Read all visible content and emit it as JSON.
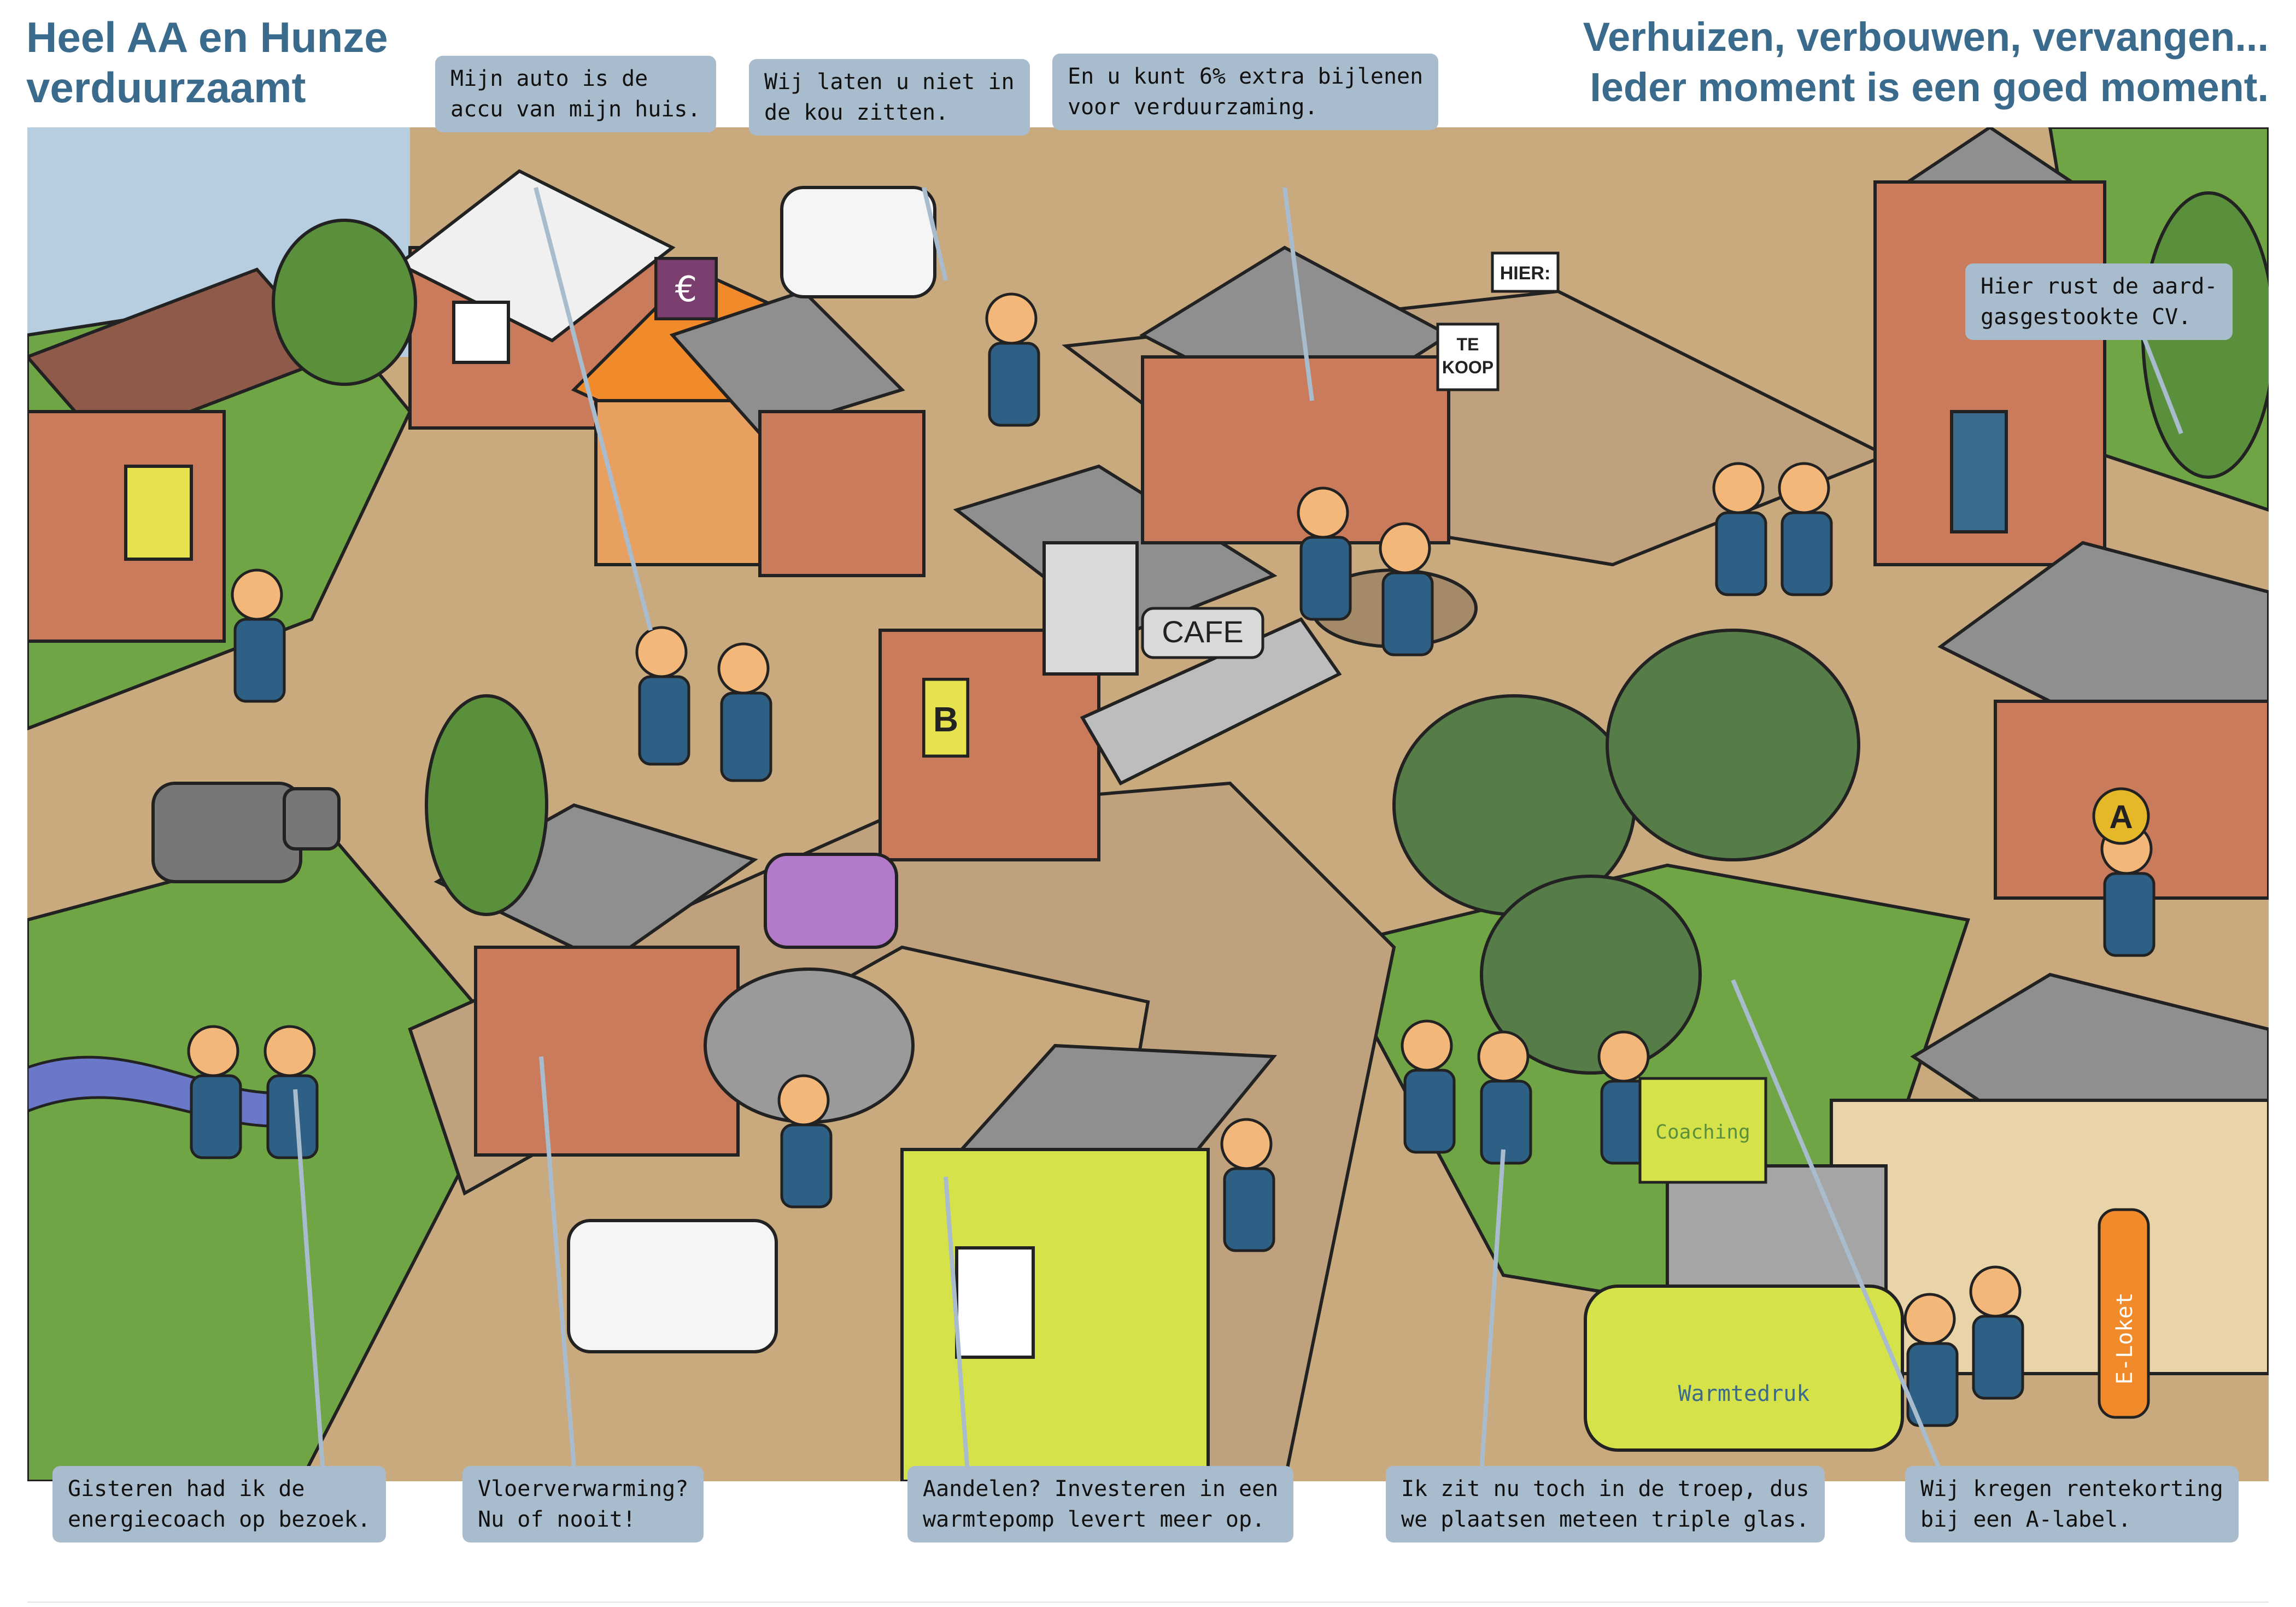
{
  "header": {
    "title_line1": "Heel AA en Hunze",
    "title_line2": "verduurzaamt",
    "tagline_line1": "Verhuizen, verbouwen, vervangen...",
    "tagline_line2": "Ieder moment is een goed moment."
  },
  "speech_bubbles": {
    "auto_accu": "Mijn auto is de\naccu van mijn huis.",
    "kou": "Wij laten u niet in\nde kou zitten.",
    "bijlenen": "En u kunt 6% extra bijlenen\nvoor verduurzaming.",
    "cv": "Hier rust de aard-\ngasgestookte CV.",
    "energiecoach": "Gisteren had ik de\nenergiecoach op bezoek.",
    "vloerverwarming": "Vloerverwarming?\nNu of nooit!",
    "aandelen": "Aandelen? Investeren in een\nwarmtepomp levert meer op.",
    "triple_glas": "Ik zit nu toch in de troep, dus\nwe plaatsen meteen triple glas.",
    "rentekorting": "Wij kregen rentekorting\nbij een A-label."
  },
  "scene_labels": {
    "cafe": "CAFE",
    "hier": "HIER:",
    "te_koop_1": "TE",
    "te_koop_2": "KOOP",
    "coaching": "Coaching",
    "warmtedruk": "Warmtedruk",
    "e_loket": "E-Loket",
    "euro": "€",
    "label_b": "B",
    "label_a": "A"
  },
  "colors": {
    "heading": "#3b6b8c",
    "bubble": "#a9bccd",
    "grass": "#6fa544",
    "road": "#c9a97e",
    "brick": "#c97b5c",
    "roof_grey": "#8f8f8f",
    "yellow_green": "#d6e24a",
    "person_blue": "#2e5f84",
    "skin": "#f4b77a"
  }
}
